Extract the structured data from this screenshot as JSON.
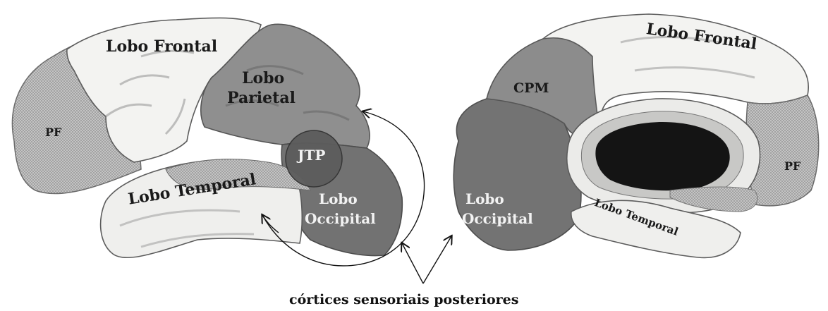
{
  "labels": {
    "left_frontal": "Lobo Frontal",
    "left_parietal_line1": "Lobo",
    "left_parietal_line2": "Parietal",
    "left_pf": "PF",
    "left_jtp": "JTP",
    "left_temporal": "Lobo Temporal",
    "left_occipital_line1": "Lobo",
    "left_occipital_line2": "Occipital",
    "right_frontal": "Lobo Frontal",
    "right_cpm": "CPM",
    "right_occipital_line1": "Lobo",
    "right_occipital_line2": "Occipital",
    "right_pf": "PF",
    "right_temporal": "Lobo Temporal"
  },
  "caption": "córtices sensoriais posteriores",
  "colors": {
    "frontal": "#f1f1ef",
    "parietal": "#8e8e8e",
    "occipital": "#6f6f6f",
    "prefrontal_texture": "#b9b9b9",
    "temporal": "#efefed",
    "jtp": "#5a5a5a",
    "medial_cavity": "#141414",
    "outline": "#555555"
  }
}
